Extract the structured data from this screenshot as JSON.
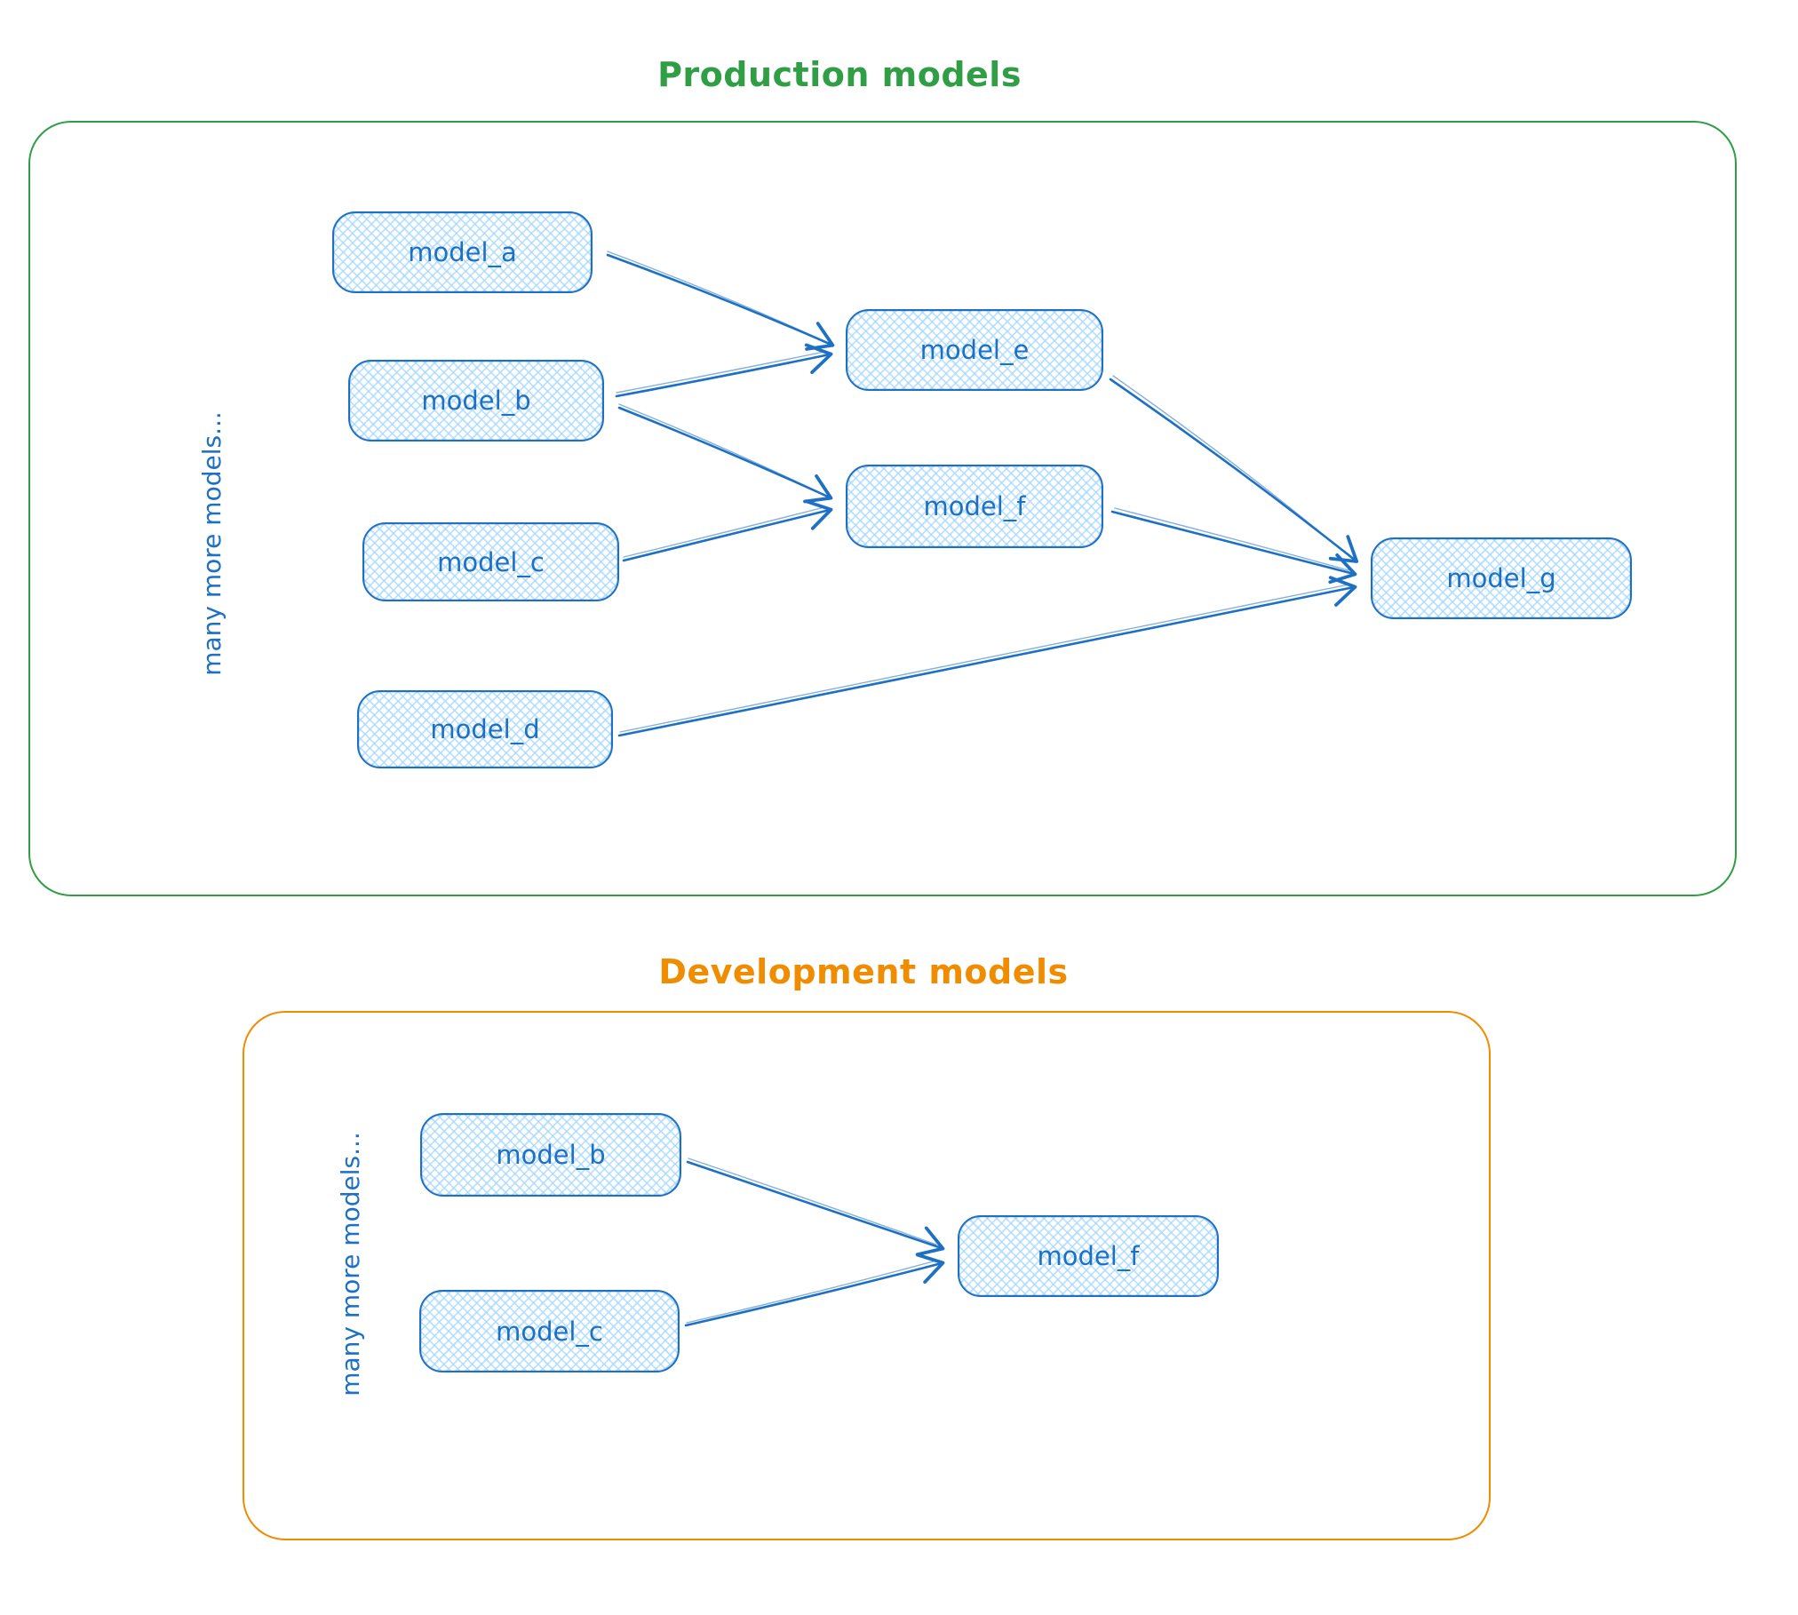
{
  "colors": {
    "ink_blue": "#1d70c3",
    "node_fill": "#a5d8ff",
    "production_green": "#2f9e44",
    "development_orange": "#f08c00",
    "background": "#ffffff"
  },
  "production": {
    "title": "Production models",
    "side_note": "many more models...",
    "nodes": [
      {
        "id": "model_a",
        "label": "model_a"
      },
      {
        "id": "model_b",
        "label": "model_b"
      },
      {
        "id": "model_c",
        "label": "model_c"
      },
      {
        "id": "model_d",
        "label": "model_d"
      },
      {
        "id": "model_e",
        "label": "model_e"
      },
      {
        "id": "model_f",
        "label": "model_f"
      },
      {
        "id": "model_g",
        "label": "model_g"
      }
    ],
    "edges": [
      {
        "from": "model_a",
        "to": "model_e"
      },
      {
        "from": "model_b",
        "to": "model_e"
      },
      {
        "from": "model_b",
        "to": "model_f"
      },
      {
        "from": "model_c",
        "to": "model_f"
      },
      {
        "from": "model_e",
        "to": "model_g"
      },
      {
        "from": "model_f",
        "to": "model_g"
      },
      {
        "from": "model_d",
        "to": "model_g"
      }
    ]
  },
  "development": {
    "title": "Development models",
    "side_note": "many more models...",
    "nodes": [
      {
        "id": "model_b",
        "label": "model_b"
      },
      {
        "id": "model_c",
        "label": "model_c"
      },
      {
        "id": "model_f",
        "label": "model_f"
      }
    ],
    "edges": [
      {
        "from": "model_b",
        "to": "model_f"
      },
      {
        "from": "model_c",
        "to": "model_f"
      }
    ]
  }
}
